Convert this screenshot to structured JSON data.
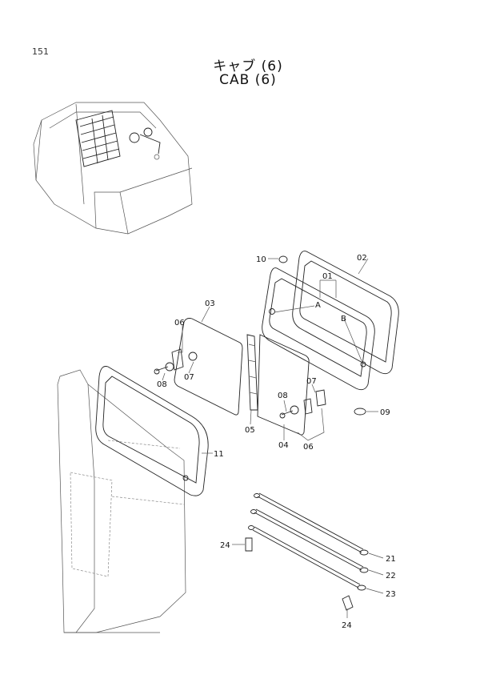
{
  "page_number": "151",
  "title_jp": "キャブ (6)",
  "title_en": "CAB (6)",
  "part_labels": {
    "p01": "01",
    "p02": "02",
    "p03": "03",
    "p04": "04",
    "p05": "05",
    "p06a": "06",
    "p06b": "06",
    "p07a": "07",
    "p07b": "07",
    "p08a": "08",
    "p08b": "08",
    "p09": "09",
    "p10": "10",
    "p11": "11",
    "p21": "21",
    "p22": "22",
    "p23": "23",
    "p24a": "24",
    "p24b": "24",
    "refA": "A",
    "refB": "B"
  }
}
